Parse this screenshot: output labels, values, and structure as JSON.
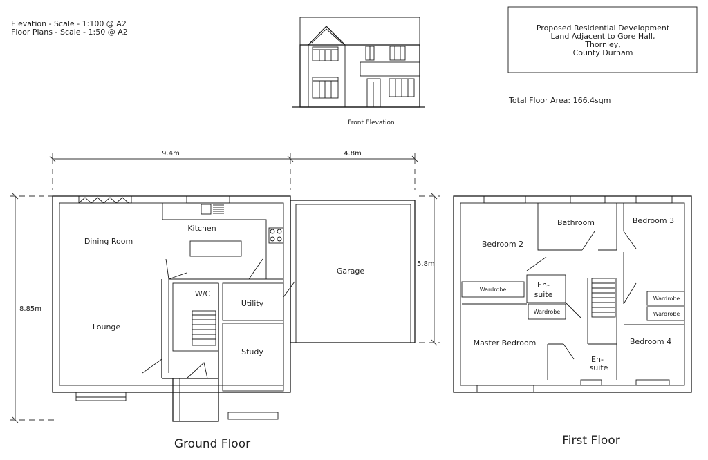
{
  "scale_notes": {
    "line1": "Elevation - Scale - 1:100 @ A2",
    "line2": "Floor Plans - Scale - 1:50 @ A2"
  },
  "title_block": {
    "line1": "Proposed Residential Development",
    "line2": "Land Adjacent to Gore Hall,",
    "line3": "Thornley,",
    "line4": "County Durham"
  },
  "total_floor_area": "Total Floor Area: 166.4sqm",
  "elevation": {
    "caption": "Front Elevation"
  },
  "ground_floor": {
    "title": "Ground Floor",
    "dims": {
      "width_main": "9.4m",
      "width_garage": "4.8m",
      "depth_main": "8.85m",
      "depth_garage": "5.8m"
    },
    "rooms": {
      "kitchen": "Kitchen",
      "dining": "Dining Room",
      "lounge": "Lounge",
      "wc": "W/C",
      "utility": "Utility",
      "study": "Study",
      "garage": "Garage"
    }
  },
  "first_floor": {
    "title": "First Floor",
    "rooms": {
      "bathroom": "Bathroom",
      "bed2": "Bedroom 2",
      "bed3": "Bedroom 3",
      "bed4": "Bedroom 4",
      "master": "Master Bedroom",
      "ensuite_a1": "En-",
      "ensuite_a2": "suite",
      "ensuite_b1": "En-",
      "ensuite_b2": "suite",
      "wardrobe1": "Wardrobe",
      "wardrobe2": "Wardrobe",
      "wardrobe3": "Wardrobe",
      "wardrobe4": "Wardrobe"
    }
  }
}
